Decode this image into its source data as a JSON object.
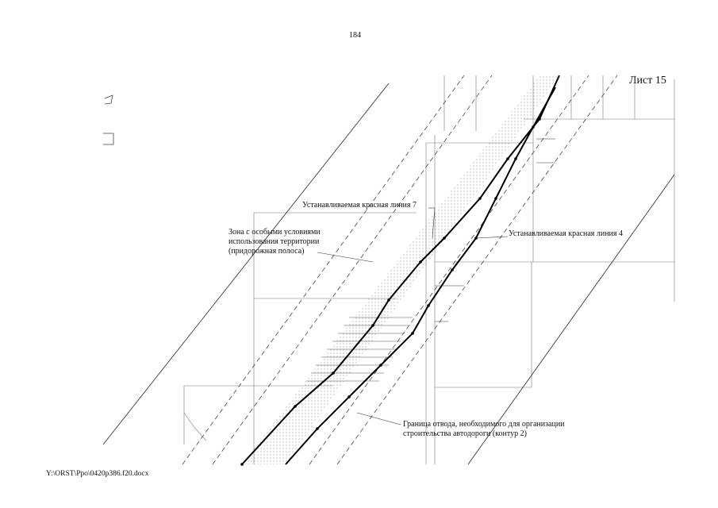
{
  "page": {
    "number": "184",
    "sheet": "Лист 15",
    "footer_path": "Y:\\ORST\\Ppo\\0420p386.f20.docx"
  },
  "annotations": {
    "red_line_7": "Устанавливаемая красная линия 7",
    "special_zone": [
      "Зона с особыми условиями",
      "использования территории",
      "(придорожная полоса)"
    ],
    "red_line_4": "Устанавливаемая красная линия 4",
    "boundary": [
      "Граница отвода, необходимого для организации",
      "строительства автодороги (контур 2)"
    ]
  },
  "map": {
    "line_color": "#000000",
    "hatch_color": "#555555"
  }
}
